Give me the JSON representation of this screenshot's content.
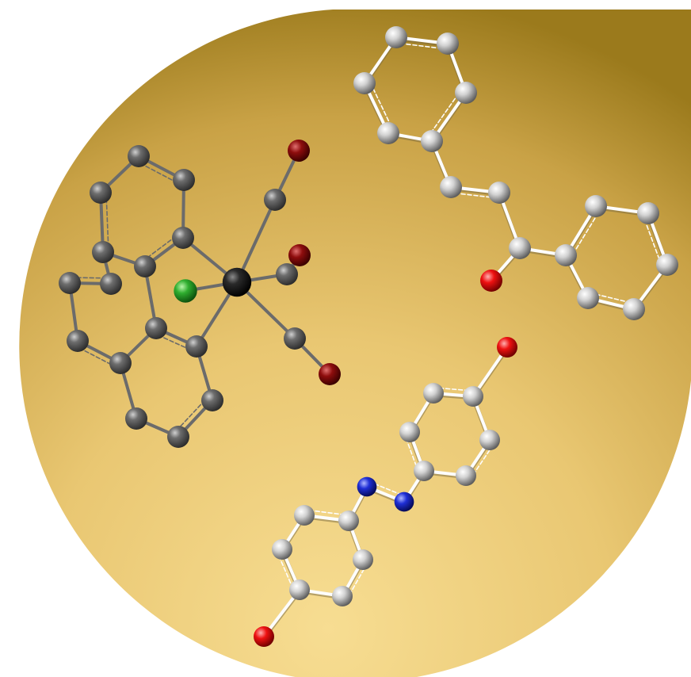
{
  "colors": {
    "background": "#ffffff",
    "gold_dark": "#9b7a1c",
    "gold_mid": "#c9a246",
    "gold_light": "#f7dd92",
    "carbon_dark": "#5a5a5a",
    "carbon_light": "#e6e6e6",
    "metal": "#1e1e1e",
    "chlorine": "#2fae2f",
    "oxygen_dark": "#8e0d0d",
    "oxygen_bright": "#ee1111",
    "nitrogen": "#1f2fd6",
    "bond_dark": "#6b6b6b",
    "bond_light": "#fdfdfd"
  },
  "molecules": [
    {
      "name": "metal-carbonyl-complex",
      "atom_types": {
        "C": "carbon_dark",
        "M": "metal",
        "Cl": "chlorine",
        "O": "oxygen_dark"
      },
      "bond_color": "bond_dark"
    },
    {
      "name": "chalcone",
      "atom_types": {
        "C": "carbon_light",
        "O": "oxygen_bright"
      },
      "bond_color": "bond_light"
    },
    {
      "name": "azobenzene-diol",
      "atom_types": {
        "C": "carbon_light",
        "N": "nitrogen",
        "O": "oxygen_bright"
      },
      "bond_color": "bond_light"
    }
  ]
}
